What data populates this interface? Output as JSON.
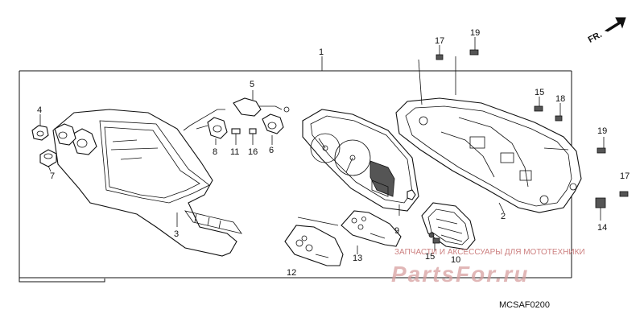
{
  "diagram": {
    "code": "MCSAF0200",
    "direction_label": "FR.",
    "watermark_caption": "ЗАПЧАСТИ И АКСЕССУАРЫ ДЛЯ МОТОТЕХНИКИ",
    "watermark_logo": "PartsFor.ru",
    "callouts": {
      "c1": "1",
      "c2": "2",
      "c3": "3",
      "c4": "4",
      "c5": "5",
      "c6": "6",
      "c7": "7",
      "c8": "8",
      "c9": "9",
      "c10": "10",
      "c11": "11",
      "c12": "12",
      "c13": "13",
      "c14": "14",
      "c15a": "15",
      "c15b": "15",
      "c16": "16",
      "c17a": "17",
      "c17b": "17",
      "c18": "18",
      "c19a": "19",
      "c19b": "19"
    }
  }
}
